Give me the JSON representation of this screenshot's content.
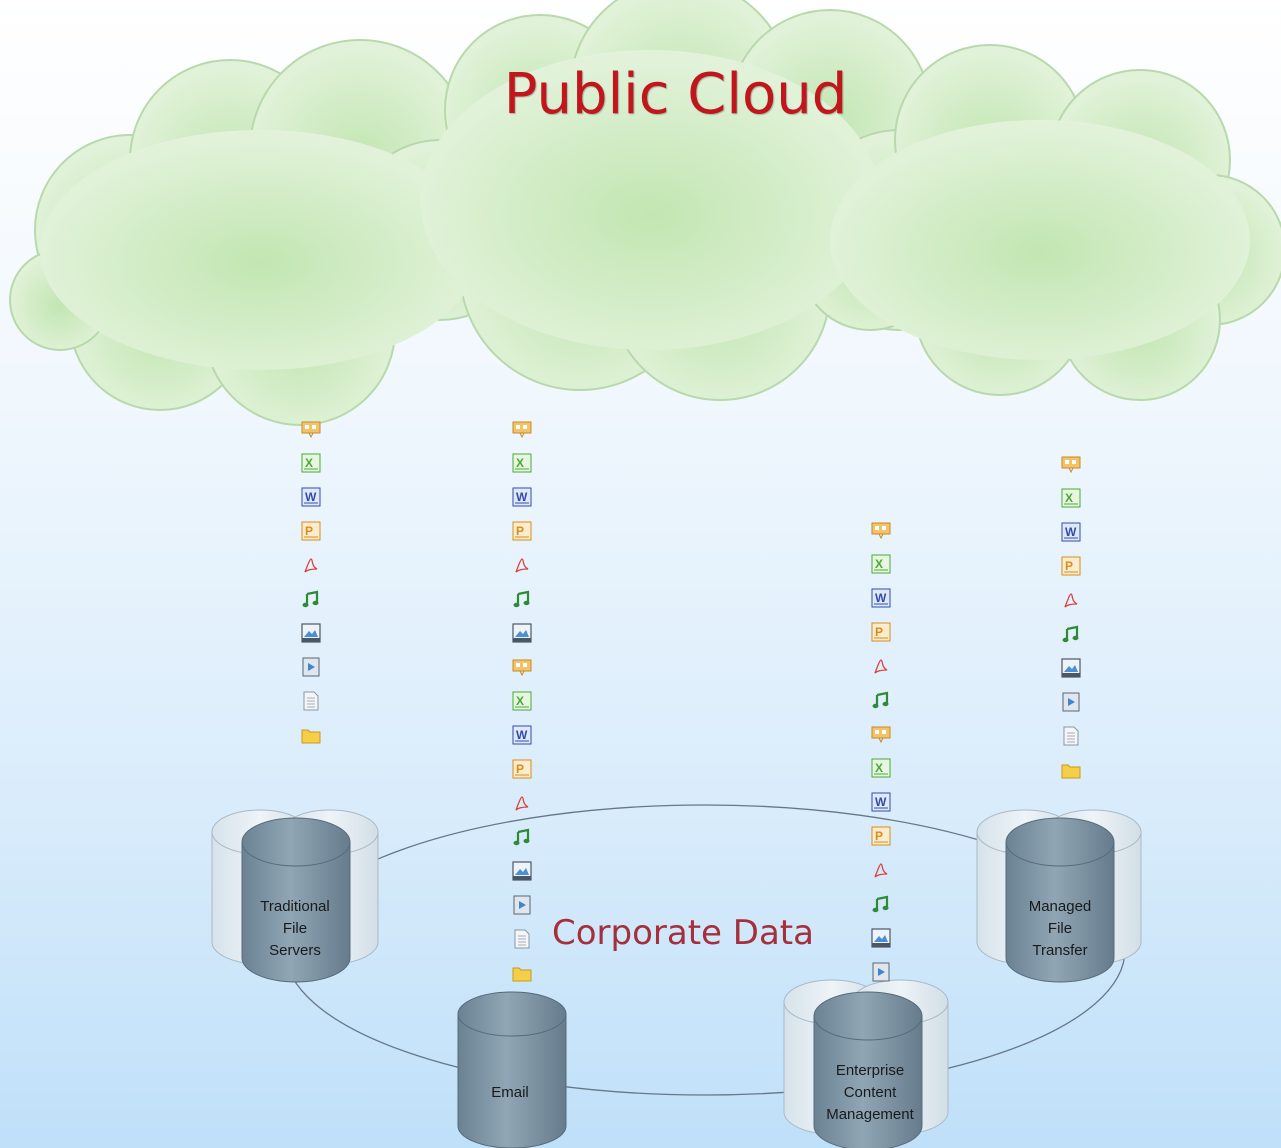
{
  "cloud": {
    "label": "Public Cloud"
  },
  "corporate": {
    "label": "Corporate Data"
  },
  "repositories": [
    {
      "lines": [
        "Traditional",
        "File",
        "Servers"
      ]
    },
    {
      "lines": [
        "Email"
      ]
    },
    {
      "lines": [
        "Enterprise",
        "Content",
        "Management"
      ]
    },
    {
      "lines": [
        "Managed",
        "File",
        "Transfer"
      ]
    }
  ],
  "file_streams": [
    {
      "icons": [
        "presentation-icon",
        "excel-icon",
        "word-icon",
        "publisher-icon",
        "pdf-icon",
        "music-icon",
        "image-icon",
        "video-icon",
        "text-file-icon",
        "folder-icon"
      ]
    },
    {
      "icons": [
        "presentation-icon",
        "excel-icon",
        "word-icon",
        "publisher-icon",
        "pdf-icon",
        "music-icon",
        "image-icon",
        "presentation-icon",
        "excel-icon",
        "word-icon",
        "publisher-icon",
        "pdf-icon",
        "music-icon",
        "image-icon",
        "video-icon",
        "text-file-icon",
        "folder-icon"
      ]
    },
    {
      "icons": [
        "presentation-icon",
        "excel-icon",
        "word-icon",
        "publisher-icon",
        "pdf-icon",
        "music-icon",
        "presentation-icon",
        "excel-icon",
        "word-icon",
        "publisher-icon",
        "pdf-icon",
        "music-icon",
        "image-icon",
        "video-icon"
      ]
    },
    {
      "icons": [
        "presentation-icon",
        "excel-icon",
        "word-icon",
        "publisher-icon",
        "pdf-icon",
        "music-icon",
        "image-icon",
        "video-icon",
        "text-file-icon",
        "folder-icon"
      ]
    }
  ],
  "colors": {
    "cloud_fill": "#c9e8bb",
    "cloud_title": "#c0161c",
    "corporate_title": "#a5303c",
    "db_dark": "#7f95a4",
    "db_light": "#e3edf4"
  }
}
